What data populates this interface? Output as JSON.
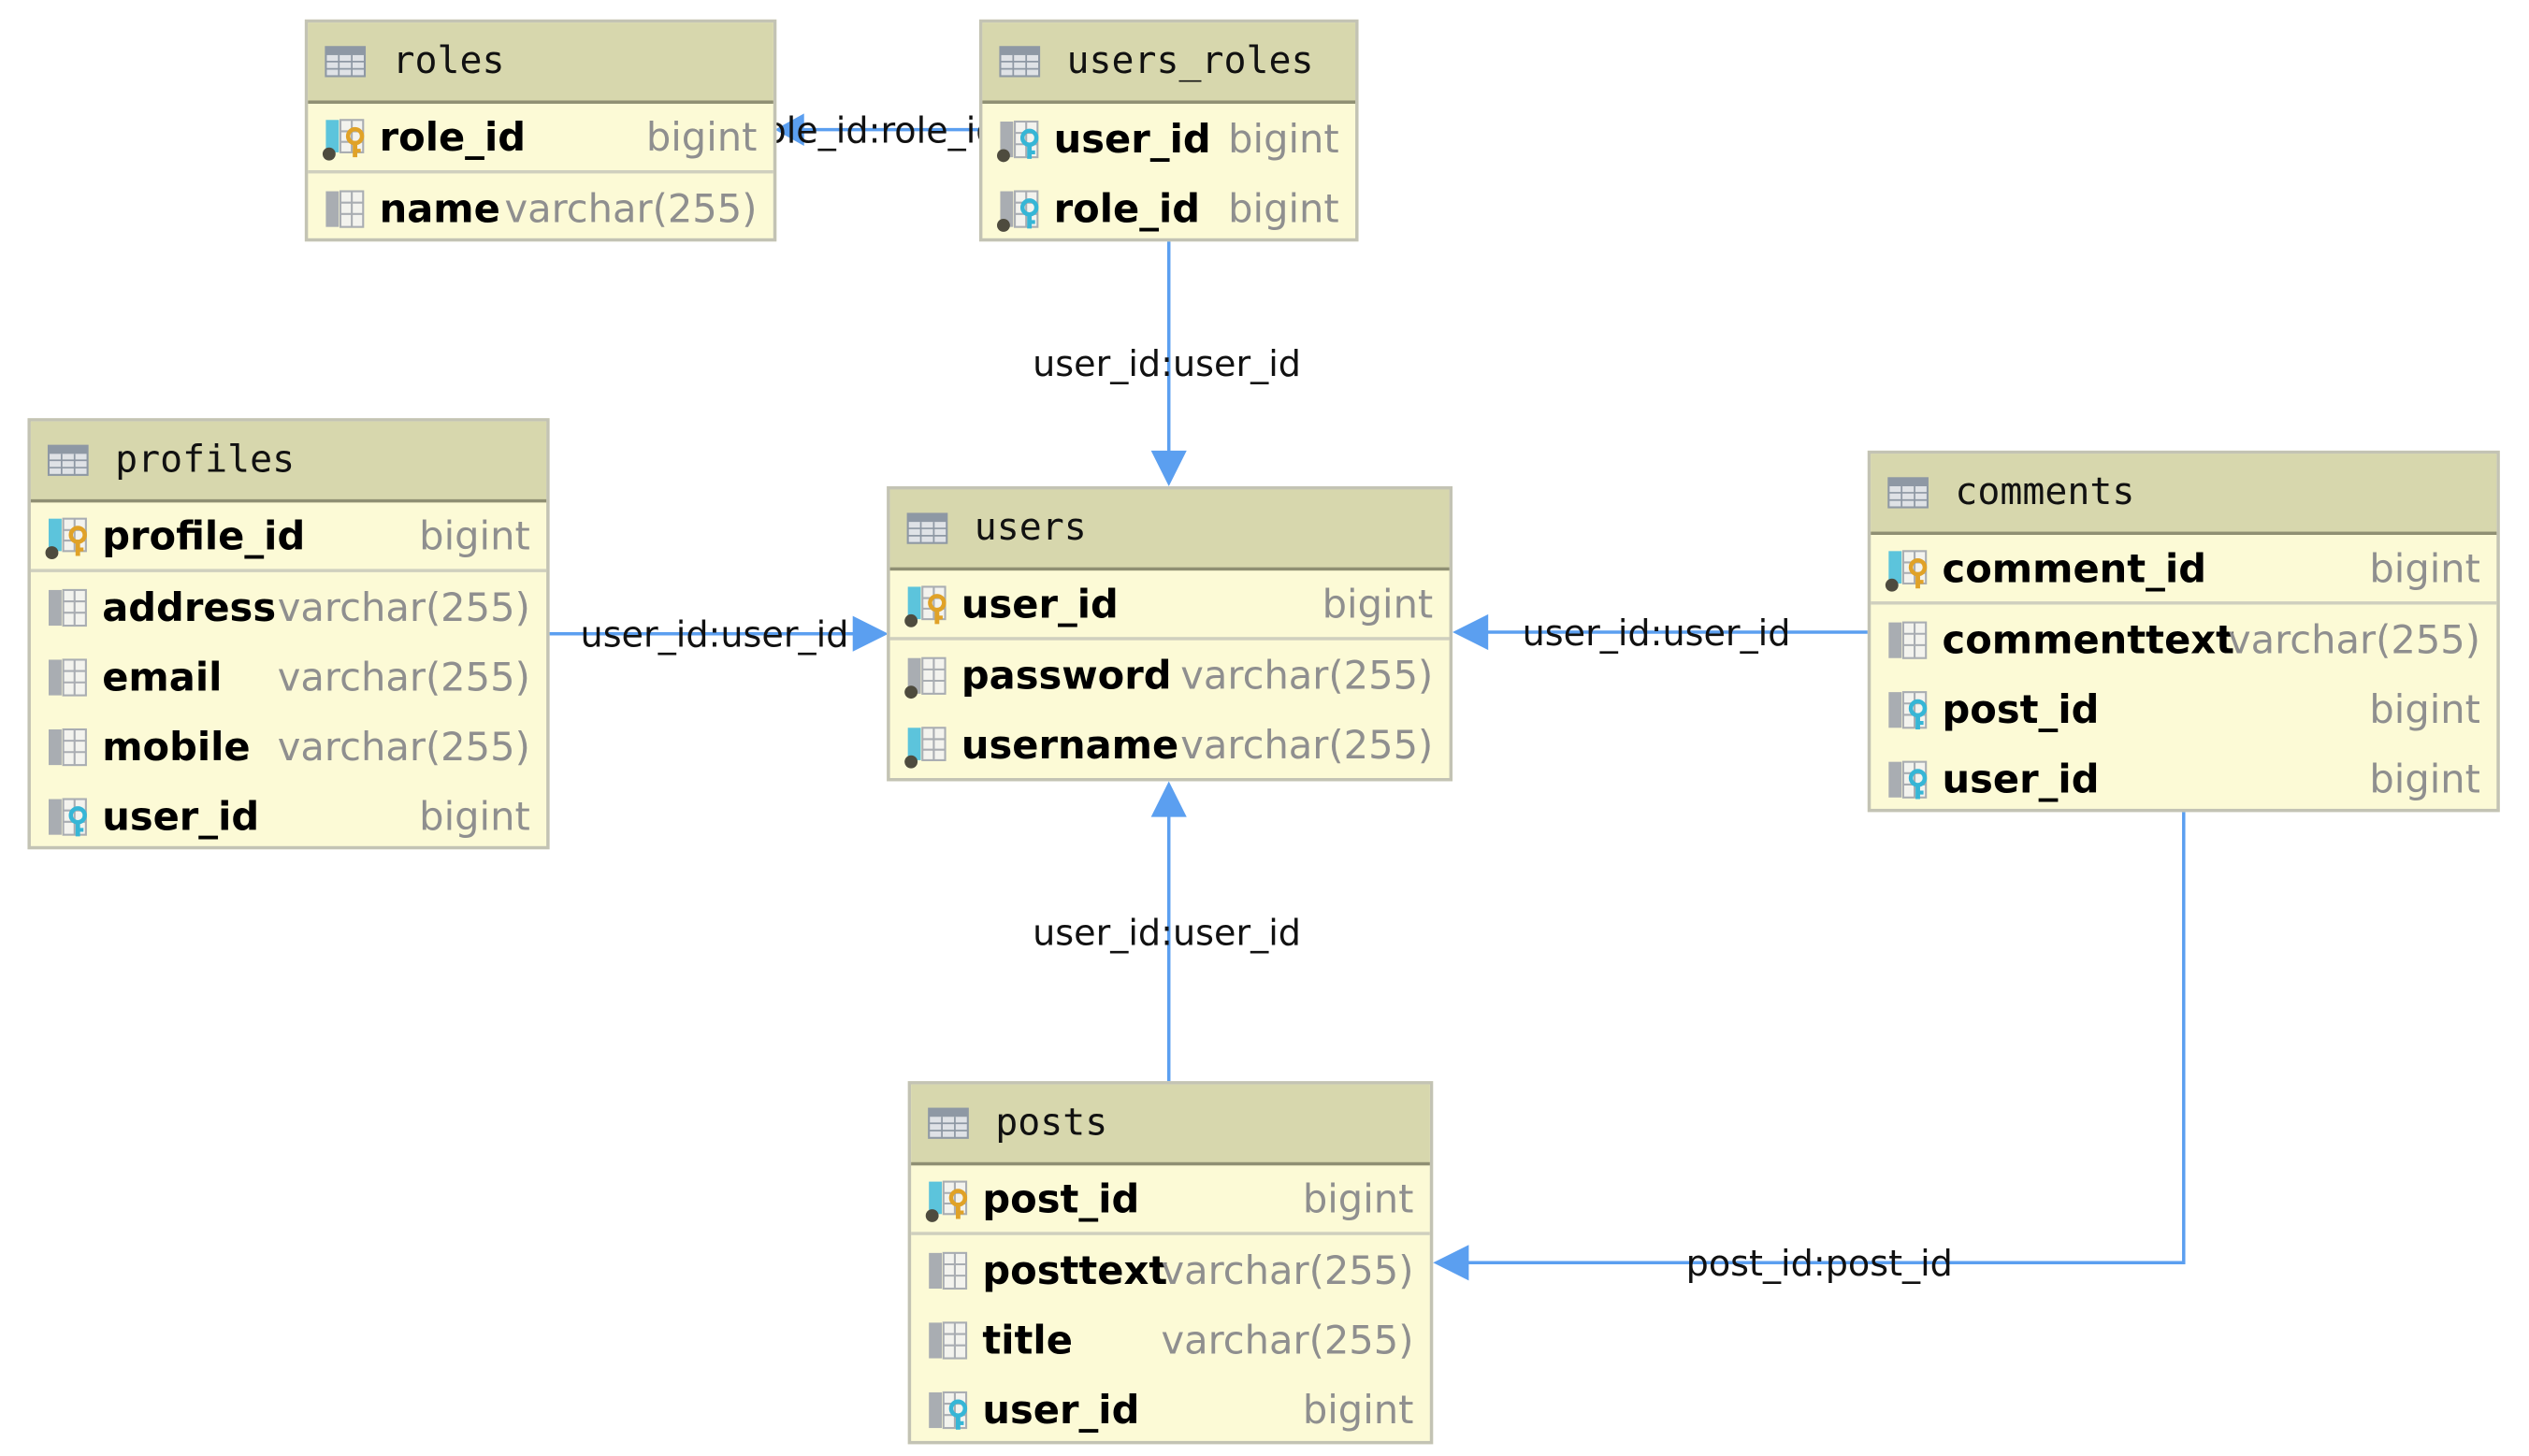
{
  "tables": {
    "roles": {
      "name": "roles",
      "columns": [
        {
          "name": "role_id",
          "type": "bigint"
        },
        {
          "name": "name",
          "type": "varchar(255)"
        }
      ]
    },
    "users_roles": {
      "name": "users_roles",
      "columns": [
        {
          "name": "user_id",
          "type": "bigint"
        },
        {
          "name": "role_id",
          "type": "bigint"
        }
      ]
    },
    "profiles": {
      "name": "profiles",
      "columns": [
        {
          "name": "profile_id",
          "type": "bigint"
        },
        {
          "name": "address",
          "type": "varchar(255)"
        },
        {
          "name": "email",
          "type": "varchar(255)"
        },
        {
          "name": "mobile",
          "type": "varchar(255)"
        },
        {
          "name": "user_id",
          "type": "bigint"
        }
      ]
    },
    "users": {
      "name": "users",
      "columns": [
        {
          "name": "user_id",
          "type": "bigint"
        },
        {
          "name": "password",
          "type": "varchar(255)"
        },
        {
          "name": "username",
          "type": "varchar(255)"
        }
      ]
    },
    "comments": {
      "name": "comments",
      "columns": [
        {
          "name": "comment_id",
          "type": "bigint"
        },
        {
          "name": "commenttext",
          "type": "varchar(255)"
        },
        {
          "name": "post_id",
          "type": "bigint"
        },
        {
          "name": "user_id",
          "type": "bigint"
        }
      ]
    },
    "posts": {
      "name": "posts",
      "columns": [
        {
          "name": "post_id",
          "type": "bigint"
        },
        {
          "name": "posttext",
          "type": "varchar(255)"
        },
        {
          "name": "title",
          "type": "varchar(255)"
        },
        {
          "name": "user_id",
          "type": "bigint"
        }
      ]
    }
  },
  "relations": {
    "users_roles_to_roles": "role_id:role_id",
    "users_roles_to_users": "user_id:user_id",
    "profiles_to_users": "user_id:user_id",
    "comments_to_users": "user_id:user_id",
    "posts_to_users": "user_id:user_id",
    "comments_to_posts": "post_id:post_id"
  },
  "colors": {
    "header": "#d7d7ad",
    "body": "#fcfad6",
    "border": "#c3c3b4",
    "edge": "#5b9ff0",
    "pk_key": "#e0a227",
    "fk_key": "#36b6d6"
  }
}
